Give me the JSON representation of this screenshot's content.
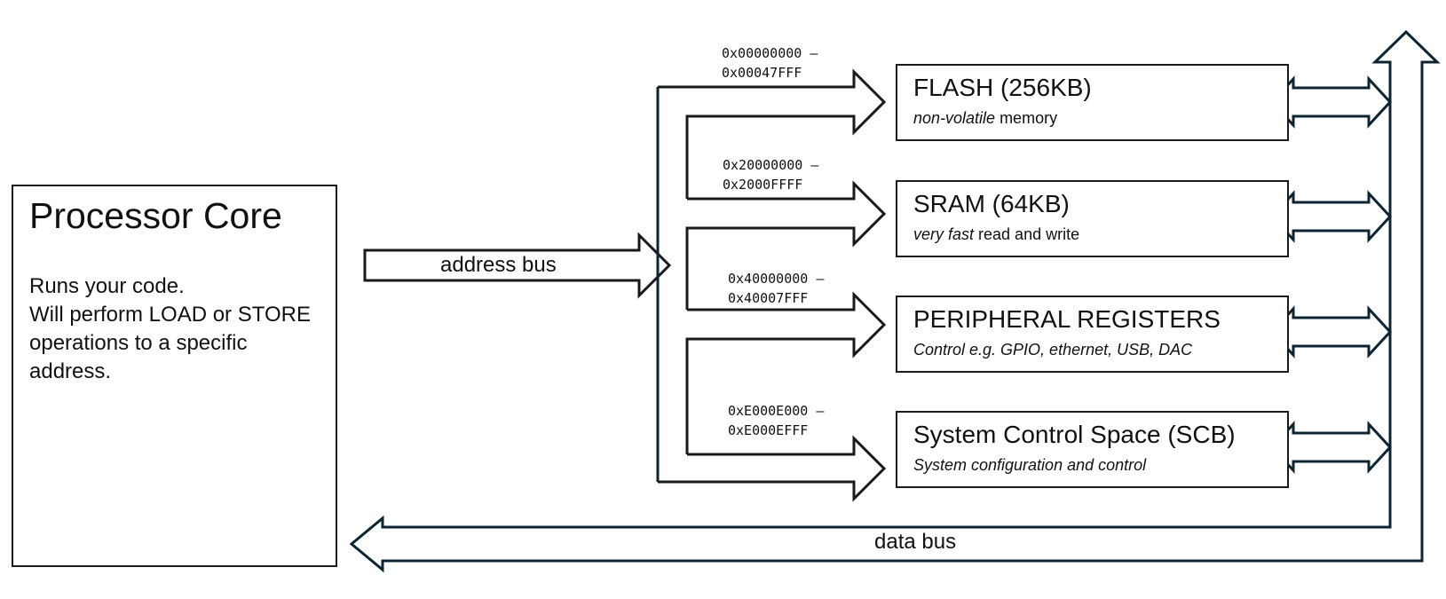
{
  "processor": {
    "title": "Processor Core",
    "lines": [
      "Runs your code.",
      "Will perform LOAD or STORE",
      "operations to a specific",
      "address."
    ]
  },
  "buses": {
    "address": "address bus",
    "data": "data bus"
  },
  "regions": [
    {
      "title": "FLASH (256KB)",
      "sub_em": "non-volatile",
      "sub_rest": " memory",
      "addr_start": "0x00000000 –",
      "addr_end": "0x00047FFF"
    },
    {
      "title": "SRAM (64KB)",
      "sub_em": "very fast",
      "sub_rest": " read and write",
      "addr_start": "0x20000000 –",
      "addr_end": "0x2000FFFF"
    },
    {
      "title": "PERIPHERAL REGISTERS",
      "sub_em": "Control e.g. GPIO, ethernet, USB, DAC",
      "sub_rest": "",
      "addr_start": "0x40000000 –",
      "addr_end": "0x40007FFF"
    },
    {
      "title": "System Control Space (SCB)",
      "sub_em": "System configuration and control",
      "sub_rest": "",
      "addr_start": "0xE000E000 –",
      "addr_end": "0xE000EFFF"
    }
  ],
  "colors": {
    "outline": "#1a1a1a",
    "bus_line": "#0d2433"
  }
}
